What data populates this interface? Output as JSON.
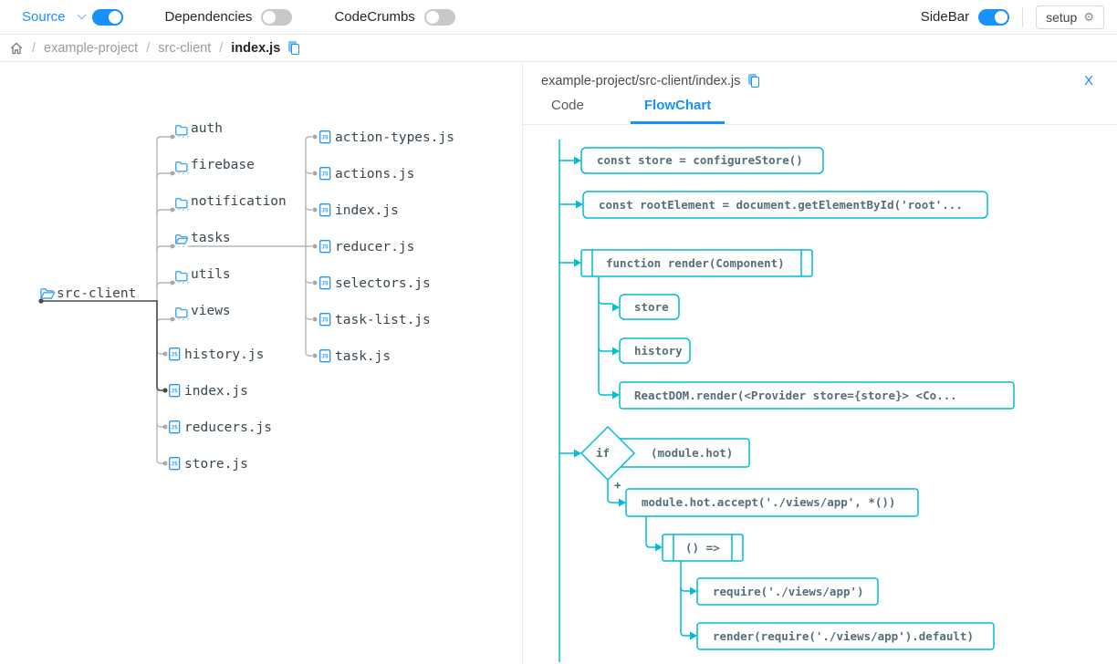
{
  "topbar": {
    "source": {
      "label": "Source",
      "state": "on"
    },
    "dependencies": {
      "label": "Dependencies",
      "state": "off"
    },
    "codecrumbs": {
      "label": "CodeCrumbs",
      "state": "off"
    },
    "sidebar_toggle": {
      "label": "SideBar",
      "state": "on"
    },
    "setup": {
      "label": "setup",
      "icon": "gear-icon",
      "gear_glyph": "⚙"
    }
  },
  "breadcrumb": {
    "separator": "/",
    "items": [
      {
        "label": "example-project"
      },
      {
        "label": "src-client"
      },
      {
        "label": "index.js"
      }
    ]
  },
  "tree": {
    "root": {
      "label": "src-client",
      "type": "open-folder"
    },
    "folders": [
      {
        "label": "auth",
        "expanded": false
      },
      {
        "label": "firebase",
        "expanded": false
      },
      {
        "label": "notification",
        "expanded": false
      },
      {
        "label": "tasks",
        "expanded": true
      },
      {
        "label": "utils",
        "expanded": false
      },
      {
        "label": "views",
        "expanded": false
      }
    ],
    "files": [
      {
        "label": "history.js",
        "selected": false
      },
      {
        "label": "index.js",
        "selected": true
      },
      {
        "label": "reducers.js",
        "selected": false
      },
      {
        "label": "store.js",
        "selected": false
      }
    ],
    "tasks_children": [
      {
        "label": "action-types.js"
      },
      {
        "label": "actions.js"
      },
      {
        "label": "index.js"
      },
      {
        "label": "reducer.js"
      },
      {
        "label": "selectors.js"
      },
      {
        "label": "task-list.js"
      },
      {
        "label": "task.js"
      }
    ]
  },
  "panel": {
    "title": "example-project/src-client/index.js",
    "close_label": "X",
    "tabs": [
      {
        "label": "Code",
        "active": false
      },
      {
        "label": "FlowChart",
        "active": true
      }
    ],
    "flowchart": {
      "nodes": {
        "n1": "const store = configureStore()",
        "n2": "const rootElement = document.getElementById('root'...",
        "n3": "function render(Component)",
        "n4": "store",
        "n5": "history",
        "n6": "ReactDOM.render(<Provider store={store}> <Co...",
        "if_keyword": "if",
        "if_condition": "(module.hot)",
        "plus": "+",
        "n7": "module.hot.accept('./views/app', *())",
        "n8": "() =>",
        "n9": "require('./views/app')",
        "n10": "render(require('./views/app').default)"
      }
    }
  },
  "colors": {
    "accent_blue": "#1890ff",
    "flow_cyan": "#00bcd4",
    "flow_text": "#546e7a",
    "tree_line": "#b5b5b5",
    "tree_line_active": "#4a4a4a",
    "icon_blue": "#2196f3",
    "folder_blue": "#42a5f5"
  }
}
